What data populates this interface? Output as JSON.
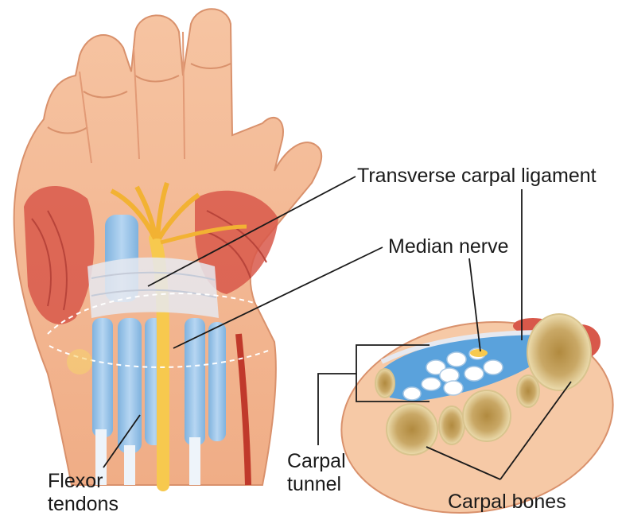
{
  "labels": {
    "transverse_carpal_ligament": "Transverse carpal ligament",
    "median_nerve": "Median nerve",
    "flexor_tendons": {
      "line1": "Flexor",
      "line2": "tendons"
    },
    "carpal_tunnel": {
      "line1": "Carpal",
      "line2": "tunnel"
    },
    "carpal_bones": "Carpal bones"
  },
  "colors": {
    "skin": "#f2b48e",
    "skin_shadow": "#d98b66",
    "muscle": "#d8584a",
    "tendon": "#8ec0e8",
    "nerve": "#f7c94e",
    "ligament": "#e6e9f0",
    "bone": "#e8d29a",
    "bone_marrow": "#b8944a",
    "leader_line": "#1a1a1a"
  }
}
